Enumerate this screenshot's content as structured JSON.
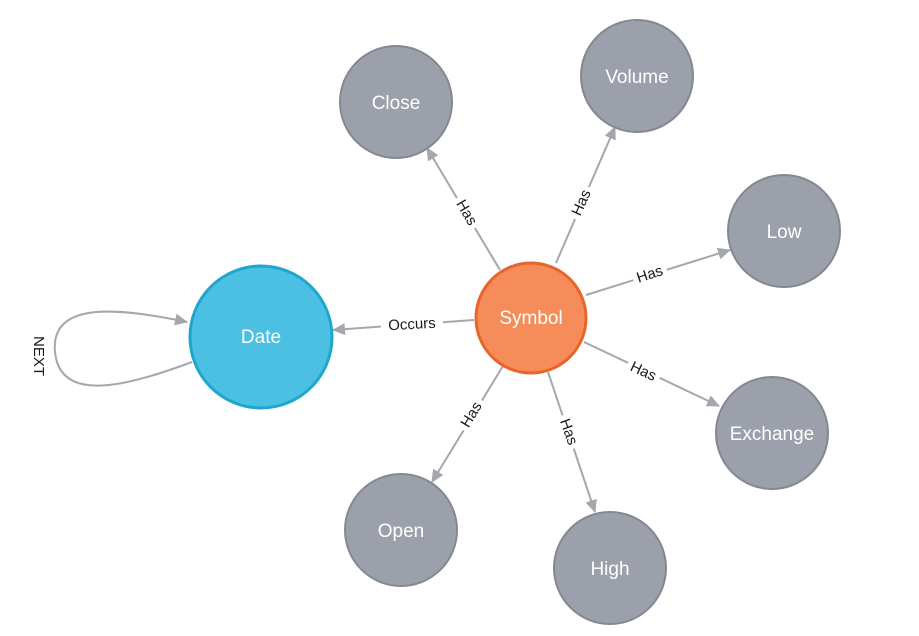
{
  "colors": {
    "symbol_fill": "#f68c5a",
    "symbol_stroke": "#e8642b",
    "date_fill": "#4cc0e3",
    "date_stroke": "#1fa6cf",
    "property_fill": "#9ca0aa",
    "property_stroke": "#848893",
    "edge": "#a4a7ad"
  },
  "nodes": [
    {
      "id": "symbol",
      "label": "Symbol",
      "kind": "symbol"
    },
    {
      "id": "date",
      "label": "Date",
      "kind": "date"
    },
    {
      "id": "close",
      "label": "Close",
      "kind": "property"
    },
    {
      "id": "volume",
      "label": "Volume",
      "kind": "property"
    },
    {
      "id": "low",
      "label": "Low",
      "kind": "property"
    },
    {
      "id": "exchange",
      "label": "Exchange",
      "kind": "property"
    },
    {
      "id": "high",
      "label": "High",
      "kind": "property"
    },
    {
      "id": "open",
      "label": "Open",
      "kind": "property"
    }
  ],
  "relationships": [
    {
      "id": "occurs",
      "from": "symbol",
      "to": "date",
      "label": "Occurs"
    },
    {
      "id": "has-close",
      "from": "symbol",
      "to": "close",
      "label": "Has"
    },
    {
      "id": "has-volume",
      "from": "symbol",
      "to": "volume",
      "label": "Has"
    },
    {
      "id": "has-low",
      "from": "symbol",
      "to": "low",
      "label": "Has"
    },
    {
      "id": "has-exchange",
      "from": "symbol",
      "to": "exchange",
      "label": "Has"
    },
    {
      "id": "has-high",
      "from": "symbol",
      "to": "high",
      "label": "Has"
    },
    {
      "id": "has-open",
      "from": "symbol",
      "to": "open",
      "label": "Has"
    },
    {
      "id": "next",
      "from": "date",
      "to": "date",
      "label": "NEXT"
    }
  ]
}
